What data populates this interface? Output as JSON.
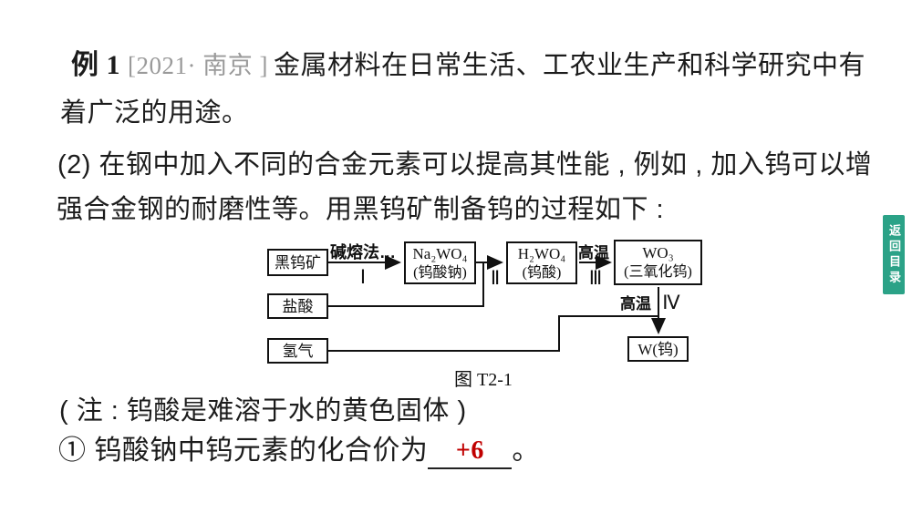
{
  "colors": {
    "text": "#1c1c1c",
    "citation_gray": "#9a9a9a",
    "answer_red": "#c00000",
    "button_green": "#2ba287",
    "diagram_ink": "#111111"
  },
  "example": {
    "label": "例 1",
    "citation": "[2021· 南京 ]",
    "intro_line1": "金属材料在日常生活、工农业生产和科学研究中有",
    "intro_line2": "着广泛的用途。",
    "part2_line1": "(2) 在钢中加入不同的合金元素可以提高其性能 , 例如 , 加入钨可以增",
    "part2_line2": "强合金钢的耐磨性等。用黑钨矿制备钨的过程如下 :"
  },
  "diagram": {
    "boxes": {
      "ore": "黑钨矿",
      "hcl": "盐酸",
      "h2": "氢气",
      "na2wo4_formula": "Na₂WO₄",
      "na2wo4_name": "(钨酸钠)",
      "h2wo4_formula": "H₂WO₄",
      "h2wo4_name": "(钨酸)",
      "wo3_formula": "WO₃",
      "wo3_name": "(三氧化钨)",
      "w_product": "W(钨)"
    },
    "labels": {
      "step1_method": "碱熔法…",
      "step1_num": "Ⅰ",
      "step2_num": "Ⅱ",
      "step3_cond": "高温",
      "step3_num": "Ⅲ",
      "step4_cond": "高温",
      "step4_num": "Ⅳ"
    },
    "caption": "图 T2-1"
  },
  "note_line": "( 注 : 钨酸是难溶于水的黄色固体 )",
  "question": {
    "prefix": "① 钨酸钠中钨元素的化合价为",
    "answer": "+6",
    "period": "。"
  },
  "sidebar": {
    "back_to_contents": "返回目录"
  }
}
